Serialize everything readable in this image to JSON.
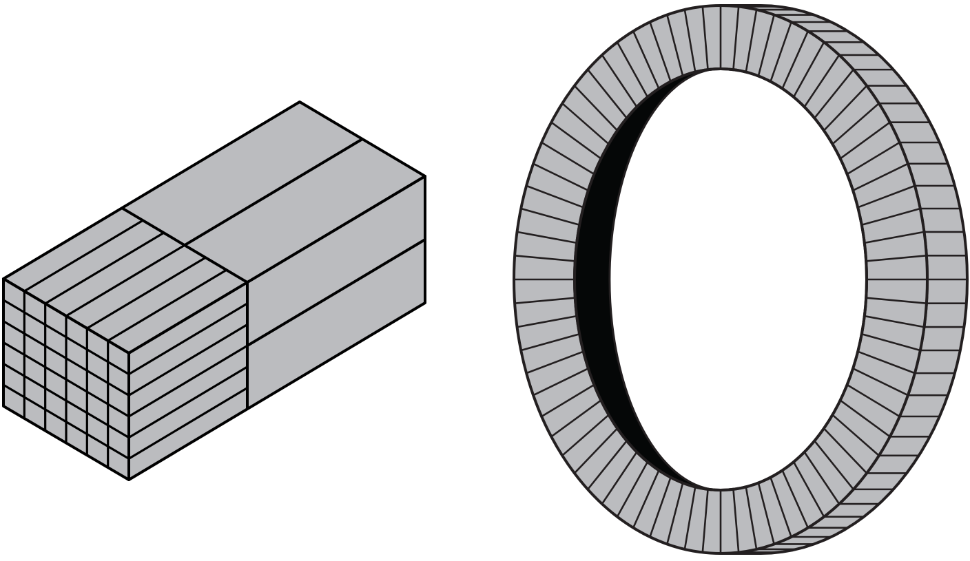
{
  "colors": {
    "fill": "#bbbcbf",
    "stroke": "#000000",
    "inner_shadow": "#050707",
    "background": "#ffffff"
  },
  "block": {
    "subdivided_columns": 6,
    "subdivided_rows": 6
  },
  "ring": {
    "segments": 72
  }
}
